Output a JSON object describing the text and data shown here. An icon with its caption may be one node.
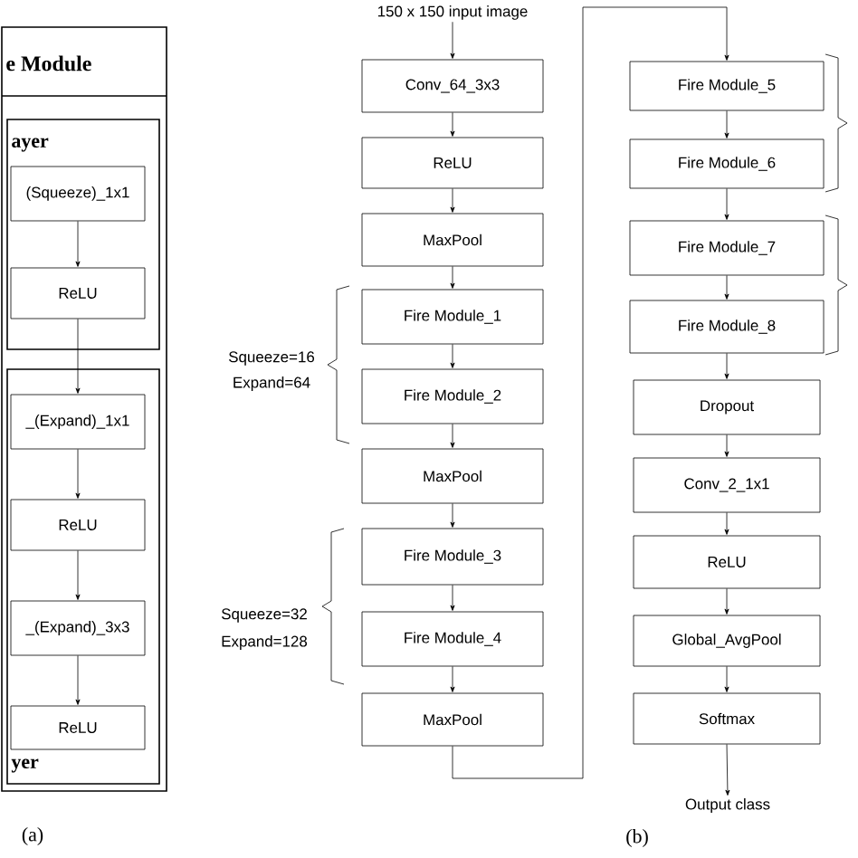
{
  "diagram": {
    "nodes": [
      {
        "text": [
          "e Module"
        ]
      },
      {
        "text": [
          "ayer"
        ],
        "in": 0
      },
      {
        "text": [
          "(Squeeze)_1x1"
        ],
        "in": 1
      },
      {
        "text": [
          "ReLU"
        ],
        "in": 1
      },
      {
        "text": [
          "yer"
        ],
        "in": 0
      },
      {
        "text": [
          "_(Expand)_1x1"
        ],
        "in": 4
      },
      {
        "text": [
          "ReLU"
        ],
        "in": 4
      },
      {
        "text": [
          "_(Expand)_3x3"
        ],
        "in": 4
      },
      {
        "text": [
          "ReLU"
        ],
        "in": 4
      },
      {
        "text": [
          "150 x 150 input image"
        ]
      },
      {
        "text": [
          "Conv_64_3x3"
        ]
      },
      {
        "text": [
          "ReLU"
        ]
      },
      {
        "text": [
          "MaxPool"
        ]
      },
      {
        "text": [
          "Fire Module_1"
        ]
      },
      {
        "text": [
          "Fire Module_2"
        ]
      },
      {
        "text": [
          "MaxPool"
        ]
      },
      {
        "text": [
          "Fire Module_3"
        ]
      },
      {
        "text": [
          "Fire Module_4"
        ]
      },
      {
        "text": [
          "MaxPool"
        ]
      },
      {
        "text": [
          "Fire Module_5"
        ]
      },
      {
        "text": [
          "Fire Module_6"
        ]
      },
      {
        "text": [
          "Fire Module_7"
        ]
      },
      {
        "text": [
          "Fire Module_8"
        ]
      },
      {
        "text": [
          "Dropout"
        ]
      },
      {
        "text": [
          "Conv_2_1x1"
        ]
      },
      {
        "text": [
          "ReLU"
        ]
      },
      {
        "text": [
          "Global_AvgPool"
        ]
      },
      {
        "text": [
          "Softmax"
        ]
      },
      {
        "text": [
          "Output class"
        ]
      }
    ],
    "edges": [
      {
        "from": 2,
        "to": 3,
        "arrow": "to"
      },
      {
        "from": 3,
        "to": 5,
        "arrow": "to"
      },
      {
        "from": 5,
        "to": 6,
        "arrow": "to"
      },
      {
        "from": 6,
        "to": 7,
        "arrow": "to"
      },
      {
        "from": 7,
        "to": 8,
        "arrow": "to"
      },
      {
        "from": 9,
        "to": 10,
        "arrow": "to"
      },
      {
        "from": 10,
        "to": 11,
        "arrow": "to"
      },
      {
        "from": 11,
        "to": 12,
        "arrow": "to"
      },
      {
        "from": 12,
        "to": 13,
        "arrow": "to"
      },
      {
        "from": 13,
        "to": 14,
        "arrow": "to"
      },
      {
        "from": 14,
        "to": 15,
        "arrow": "to"
      },
      {
        "from": 15,
        "to": 16,
        "arrow": "to"
      },
      {
        "from": 16,
        "to": 17,
        "arrow": "to"
      },
      {
        "from": 17,
        "to": 18,
        "arrow": "to"
      },
      {
        "from": 18,
        "to": 19,
        "arrow": "to"
      },
      {
        "from": 19,
        "to": 20,
        "arrow": "to"
      },
      {
        "from": 20,
        "to": 21,
        "arrow": "to"
      },
      {
        "from": 21,
        "to": 22,
        "arrow": "to"
      },
      {
        "from": 22,
        "to": 23,
        "arrow": "to"
      },
      {
        "from": 23,
        "to": 24,
        "arrow": "to"
      },
      {
        "from": 24,
        "to": 25,
        "arrow": "to"
      },
      {
        "from": 25,
        "to": 26,
        "arrow": "to"
      },
      {
        "from": 26,
        "to": 27,
        "arrow": "to"
      },
      {
        "from": 27,
        "to": 28,
        "arrow": "to"
      }
    ],
    "labels": [
      "Squeeze=16",
      "Expand=64",
      "Squeeze=32",
      "Expand=128",
      "(a)",
      "(b)"
    ]
  }
}
